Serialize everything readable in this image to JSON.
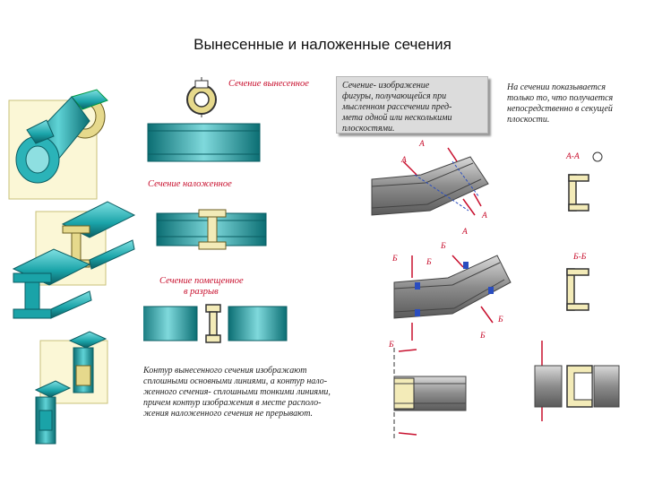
{
  "slide": {
    "title": "Вынесенные и наложенные сечения"
  },
  "labels": {
    "removed": "Сечение вынесенное",
    "superimposed": "Сечение наложенное",
    "in_break_line1": "Сечение помещенное",
    "in_break_line2": "в разрыв"
  },
  "definition": {
    "lines": [
      "Сечение- изображение",
      "фигуры, получающейся при",
      "мысленном рассечении пред-",
      "мета одной или несколькими",
      "плоскостями."
    ]
  },
  "info": {
    "lines": [
      "На сечении показывается",
      "только то, что получается",
      "непосредственно в секущей",
      "плоскости."
    ]
  },
  "contour_note": {
    "lines": [
      "Контур вынесенного сечения изображают",
      "сплошными основными линиями, а контур нало-",
      "женного сечения- сплошными тонкими линиями,",
      "причем контур изображения в месте располо-",
      "жения наложенного сечения не прерывают."
    ]
  },
  "markers": {
    "a": "А",
    "aa": "А-А",
    "b": "Б",
    "bb": "Б-Б"
  },
  "colors": {
    "teal": "#1aa3a8",
    "teal_dark": "#0b6e73",
    "cream": "#f3ebb8",
    "olive": "#8a7a2a",
    "red": "#c8102e",
    "grey_metal": "#8c8c8c"
  }
}
